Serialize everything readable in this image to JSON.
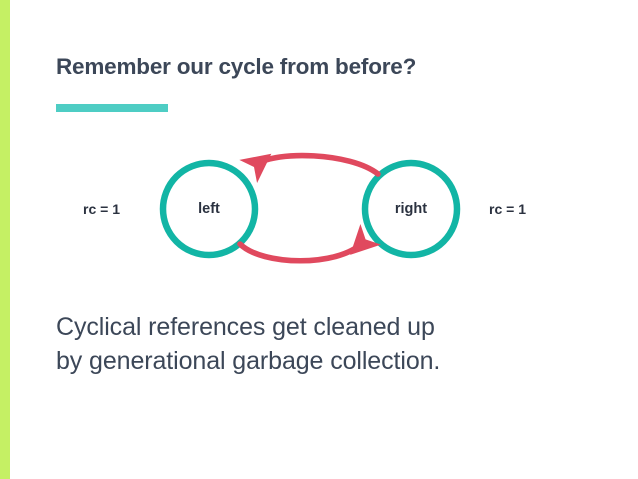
{
  "slide": {
    "background_color": "#ffffff",
    "accent_bar_color": "#c5f064",
    "heading": "Remember our cycle from before?",
    "heading_color": "#3c4758",
    "heading_rule_color": "#4ecdc4"
  },
  "diagram": {
    "type": "cycle-graph",
    "node_color": "#12b5a5",
    "arrow_color": "#e0495e",
    "label_color": "#2b3240",
    "nodes": [
      {
        "id": "left",
        "label": "left",
        "refcount_label": "rc = 1"
      },
      {
        "id": "right",
        "label": "right",
        "refcount_label": "rc = 1"
      }
    ],
    "edges": [
      {
        "from": "right",
        "to": "left",
        "position": "top"
      },
      {
        "from": "left",
        "to": "right",
        "position": "bottom"
      }
    ]
  },
  "body": {
    "line1": "Cyclical references get cleaned up",
    "line2": "by generational garbage collection.",
    "color": "#3c4758"
  }
}
